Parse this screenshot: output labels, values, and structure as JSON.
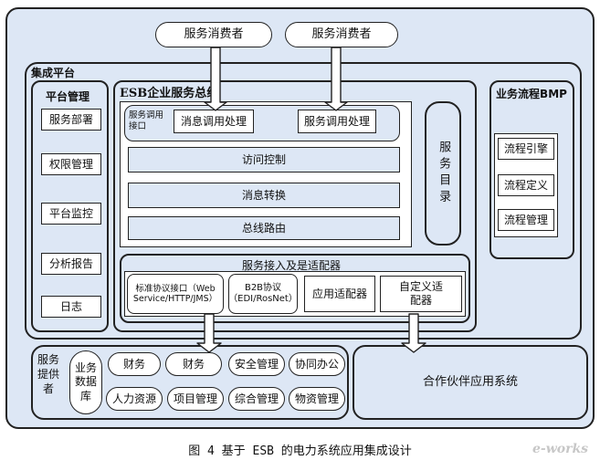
{
  "consumers": [
    "服务消费者",
    "服务消费者"
  ],
  "integration_platform": {
    "title": "集成平台",
    "platform_mgmt": {
      "title": "平台管理",
      "items": [
        "服务部署",
        "权限管理",
        "平台监控",
        "分析报告",
        "日志"
      ]
    },
    "esb": {
      "title": "ESB企业服务总线",
      "call_interface_label": "服务调用接口",
      "msg_call": [
        "消息调用处理",
        "服务调用处理"
      ],
      "layers": [
        "访问控制",
        "消息转换",
        "总线路由"
      ],
      "directory": "服务目录",
      "adapter": {
        "title": "服务接入及是适配器",
        "items": [
          "标准协议接口（Web Service/HTTP/JMS）",
          "B2B协议（EDI/RosNet）",
          "应用适配器",
          "自定义适配器"
        ]
      }
    },
    "bmp": {
      "title": "业务流程BMP",
      "items": [
        "流程引擎",
        "流程定义",
        "流程管理"
      ]
    }
  },
  "providers": {
    "label": "服务提供者",
    "db": "业务数据库",
    "row1": [
      "财务",
      "财务",
      "安全管理",
      "协同办公"
    ],
    "row2": [
      "人力资源",
      "项目管理",
      "综合管理",
      "物资管理"
    ]
  },
  "partner": "合作伙伴应用系统",
  "caption": "图 4 基于 ESB 的电力系统应用集成设计",
  "watermark": "e-works"
}
